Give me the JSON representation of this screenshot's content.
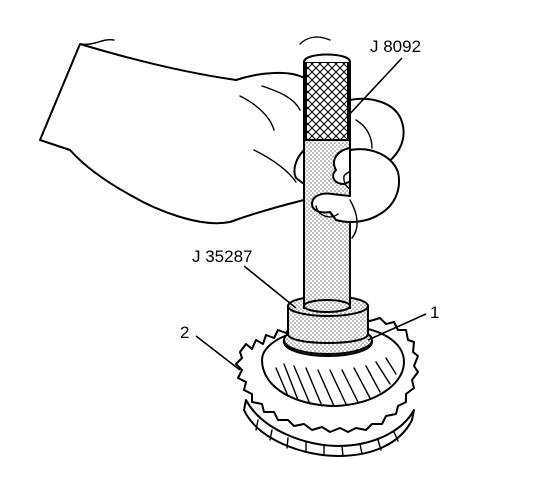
{
  "figure": {
    "tool_labels": {
      "handle": "J 8092",
      "installer": "J 35287"
    },
    "callouts": {
      "bearing": "1",
      "gear": "2"
    },
    "colors": {
      "ink": "#000000",
      "paper": "#ffffff",
      "stipple": "#b8b8b8"
    }
  }
}
